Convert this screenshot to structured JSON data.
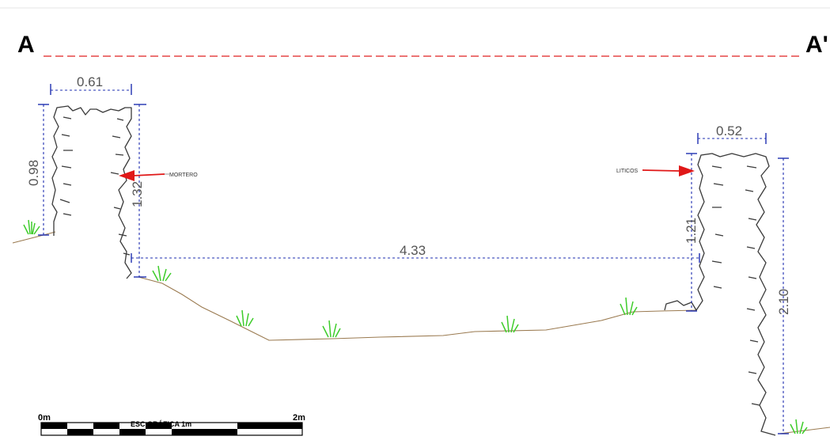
{
  "section": {
    "start_label": "A",
    "end_label": "A'"
  },
  "dimensions": {
    "left_wall_top_width": "0.61",
    "left_wall_outer_height": "0.98",
    "left_wall_inner_height": "1.32",
    "interior_span": "4.33",
    "right_wall_top_width": "0.52",
    "right_wall_inner_height": "1.21",
    "right_wall_outer_height": "2.10"
  },
  "annotations": {
    "left": "MORTERO",
    "right": "LITICOS"
  },
  "scale_bar": {
    "title": "ESC GRÁFICA 1m",
    "start": "0m",
    "end": "2m"
  },
  "colors": {
    "section_line": "#e02020",
    "dimension": "#1f2fb0",
    "arrow": "#e01818",
    "vegetation": "#3dcc2a",
    "wall": "#3a3a3a",
    "ground": "#9a7a50"
  }
}
